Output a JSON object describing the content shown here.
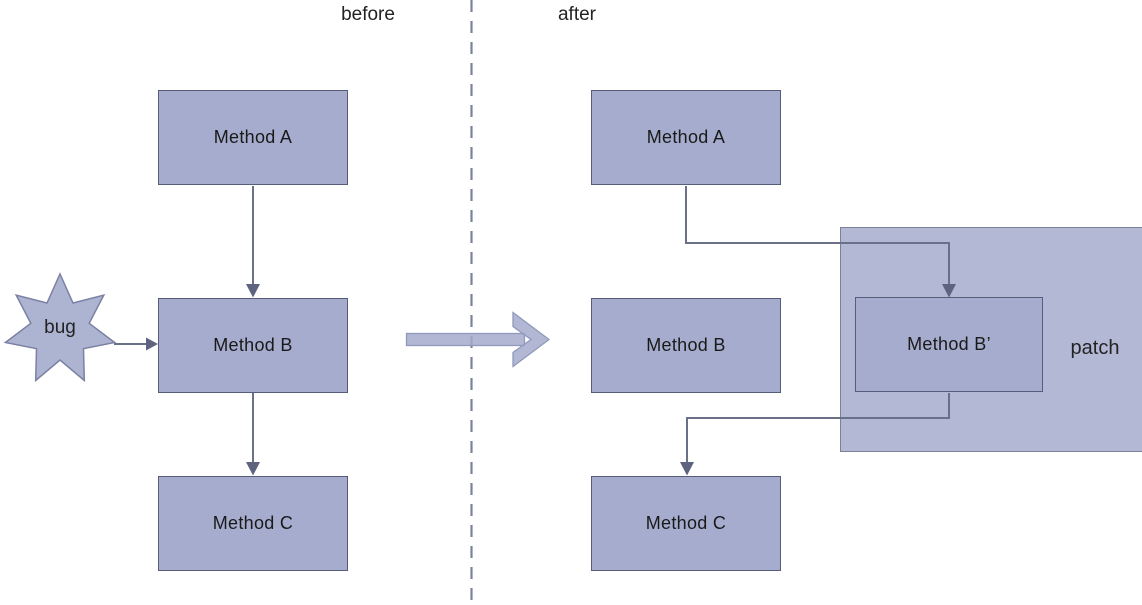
{
  "title_labels": {
    "before": "before",
    "after": "after"
  },
  "before_panel": {
    "method_a": "Method A",
    "method_b": "Method B",
    "method_c": "Method C",
    "bug": "bug"
  },
  "after_panel": {
    "method_a": "Method A",
    "method_b": "Method B",
    "method_b_prime": "Method B’",
    "method_c": "Method C",
    "patch": "patch"
  },
  "colors": {
    "box_fill": "#a5accd",
    "box_border": "#565c79",
    "patch_fill": "#b3b9d5",
    "patch_border": "#7d8198",
    "connector": "#6b7089",
    "arrowhead": "#5e6380",
    "divider": "#7d829b",
    "big_arrow_fill": "#aab1d1",
    "big_arrow_border": "#9098bc",
    "star_fill": "#adb4d2",
    "star_border": "#7b81a3",
    "text": "#1a1a1a"
  }
}
